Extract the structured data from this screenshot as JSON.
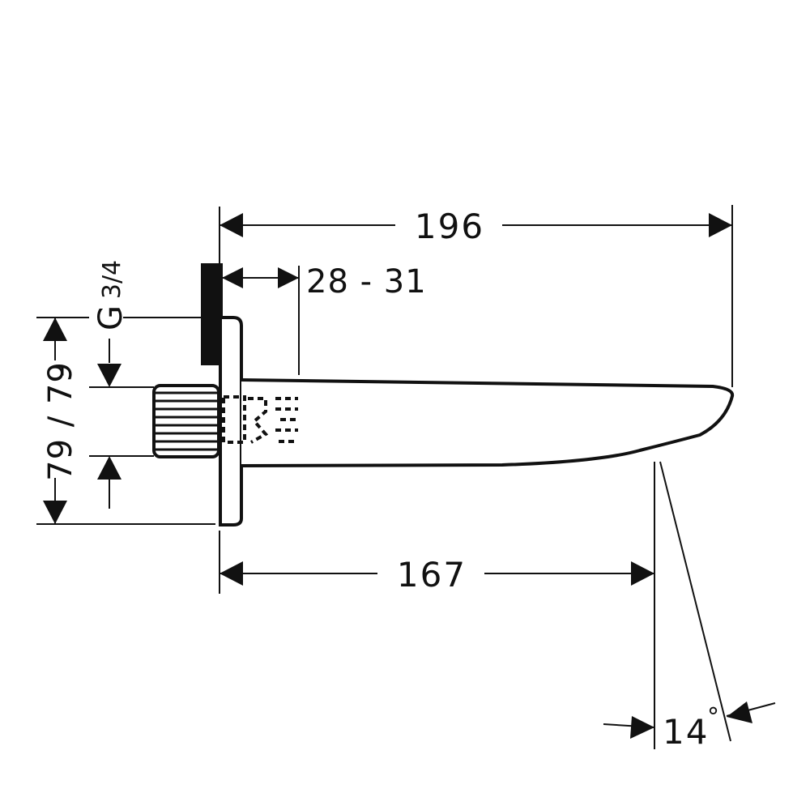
{
  "drawing": {
    "dimensions": {
      "overall_length": "196",
      "wall_thickness": "28 - 31",
      "spout_length": "167",
      "height_range": "79 / 79",
      "height_dash": "-",
      "thread_letter": "G",
      "thread_size": "3/4",
      "angle_value": "14",
      "angle_unit": "°"
    },
    "line_color": "#111111",
    "background": "#ffffff"
  }
}
